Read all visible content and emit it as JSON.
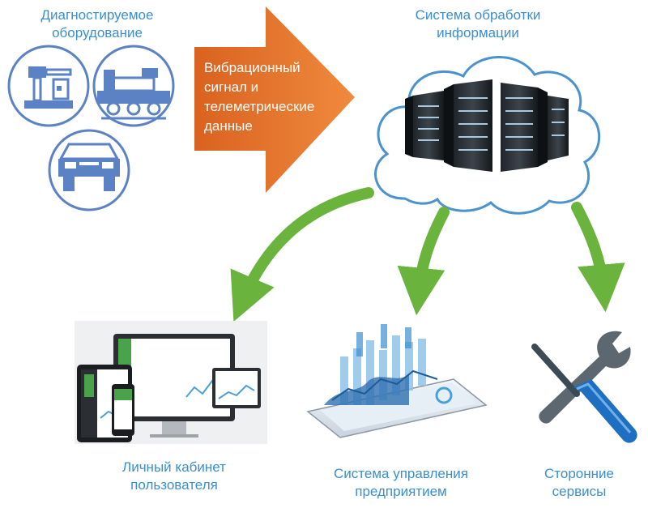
{
  "equipment": {
    "title_line1": "Диагностируемое",
    "title_line2": "оборудование"
  },
  "signal_arrow": {
    "line1": "Вибрационный",
    "line2": "сигнал и",
    "line3": "телеметрические",
    "line4": "данные"
  },
  "processing": {
    "title_line1": "Система обработки",
    "title_line2": "информации"
  },
  "cabinet": {
    "title_line1": "Личный кабинет",
    "title_line2": "пользователя"
  },
  "erp": {
    "title_line1": "Система управления",
    "title_line2": "предприятием"
  },
  "services": {
    "title_line1": "Сторонние",
    "title_line2": "сервисы"
  },
  "colors": {
    "blue": "#3a8fd0",
    "orange": "#e7712b",
    "green": "#6ab43e",
    "dark": "#3c4a55"
  }
}
